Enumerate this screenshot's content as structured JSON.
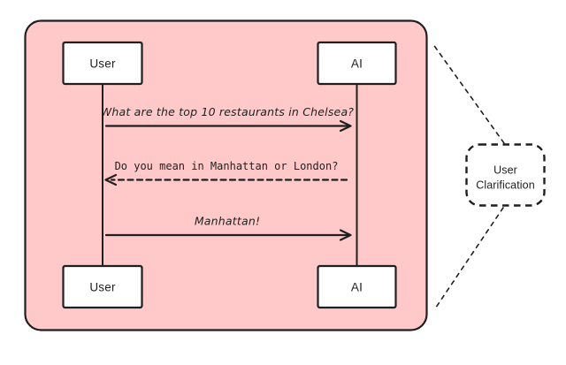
{
  "diagram": {
    "actors": {
      "top_user": "User",
      "top_ai": "AI",
      "bottom_user": "User",
      "bottom_ai": "AI"
    },
    "messages": [
      {
        "text": "What are the top 10 restaurants in Chelsea?",
        "direction": "left-to-right",
        "line_style": "solid"
      },
      {
        "text": "Do you mean in Manhattan or London?",
        "direction": "right-to-left",
        "line_style": "dashed"
      },
      {
        "text": "Manhattan!",
        "direction": "left-to-right",
        "line_style": "solid"
      }
    ],
    "side_note": {
      "label": "User Clarification",
      "line1": "User",
      "line2": "Clarification"
    },
    "colors": {
      "container_fill": "#ffc9c9",
      "stroke": "#1f1f1f",
      "box_fill": "#ffffff",
      "page_background": "#ffffff"
    }
  }
}
